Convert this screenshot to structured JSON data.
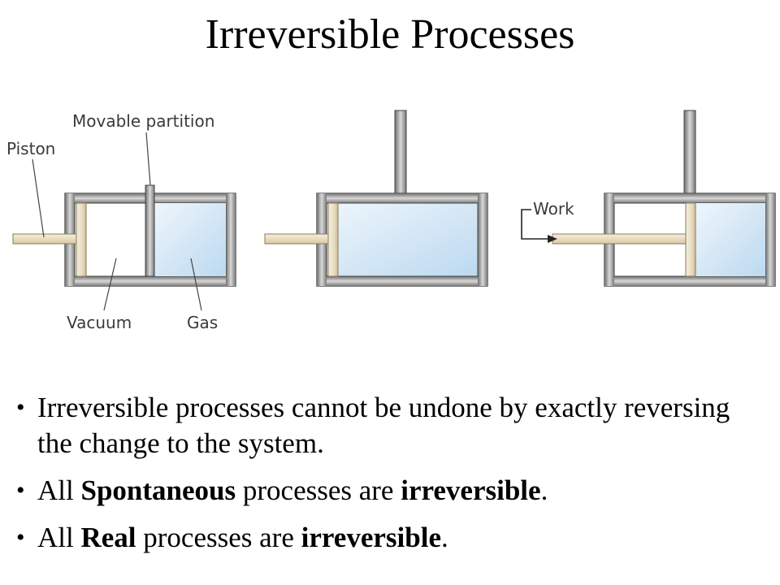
{
  "title": "Irreversible Processes",
  "figure": {
    "labels": {
      "piston": "Piston",
      "movable_partition": "Movable partition",
      "vacuum": "Vacuum",
      "gas": "Gas",
      "work": "Work"
    },
    "colors": {
      "gas": "#d6e8f7",
      "piston": "#efe6d2",
      "wall": "#9a9a9a"
    }
  },
  "bullets": [
    {
      "parts": [
        {
          "text": "Irreversible processes cannot be undone by exactly reversing the change to the system.",
          "bold": false
        }
      ]
    },
    {
      "parts": [
        {
          "text": "All ",
          "bold": false
        },
        {
          "text": "Spontaneous",
          "bold": true
        },
        {
          "text": " processes are ",
          "bold": false
        },
        {
          "text": "irreversible",
          "bold": true
        },
        {
          "text": ".",
          "bold": false
        }
      ]
    },
    {
      "parts": [
        {
          "text": "All ",
          "bold": false
        },
        {
          "text": "Real",
          "bold": true
        },
        {
          "text": " processes are ",
          "bold": false
        },
        {
          "text": "irreversible",
          "bold": true
        },
        {
          "text": ".",
          "bold": false
        }
      ]
    }
  ]
}
